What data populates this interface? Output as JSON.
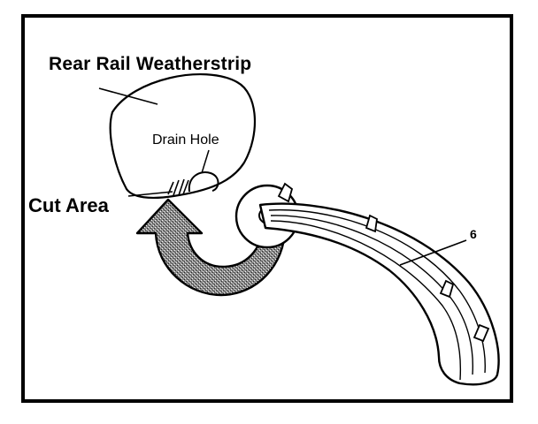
{
  "labels": {
    "weatherstrip": "Rear Rail Weatherstrip",
    "drain_hole": "Drain Hole",
    "cut_area": "Cut Area",
    "callout": "6"
  }
}
